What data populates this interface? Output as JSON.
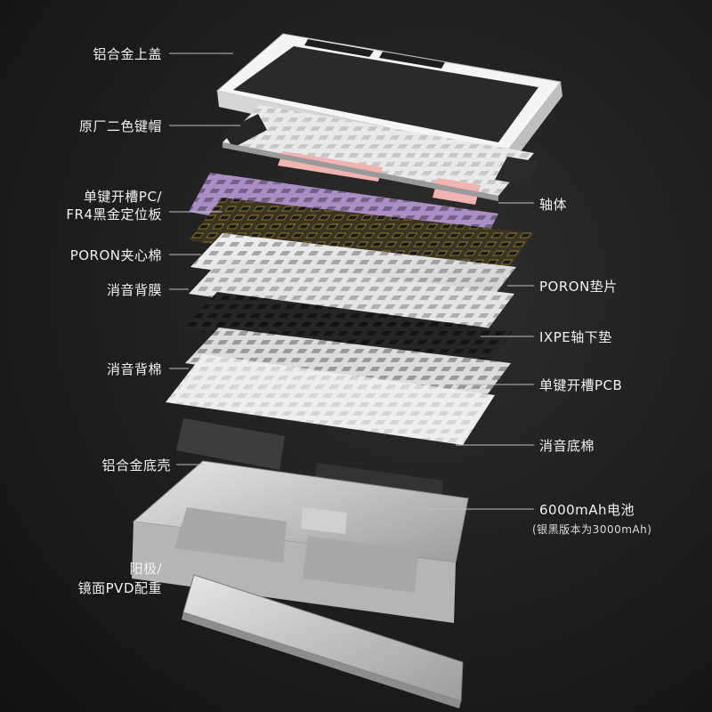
{
  "labels": {
    "top_case": "铝合金上盖",
    "keycaps": "原厂二色键帽",
    "plate_line1": "单键开槽PC/",
    "plate_line2": "FR4黑金定位板",
    "poron_sandwich": "PORON夹心棉",
    "sound_film": "消音背膜",
    "sound_foam": "消音背棉",
    "bottom_case": "铝合金底壳",
    "weight_line1": "阳极/",
    "weight_line2": "镜面PVD配重",
    "switches": "轴体",
    "poron_pad": "PORON垫片",
    "ixpe": "IXPE轴下垫",
    "pcb": "单键开槽PCB",
    "bottom_foam": "消音底棉",
    "battery": "6000mAh电池",
    "battery_note": "(银黑版本为3000mAh)"
  },
  "colors": {
    "background": "#1c1c1c",
    "case_white": "#f4f4f4",
    "keycap_pink": "#f2b3b3",
    "switch_purple": "#b89ad6",
    "plate_gold": "#6b5a2c",
    "aluminum": "#c9c9c9"
  }
}
